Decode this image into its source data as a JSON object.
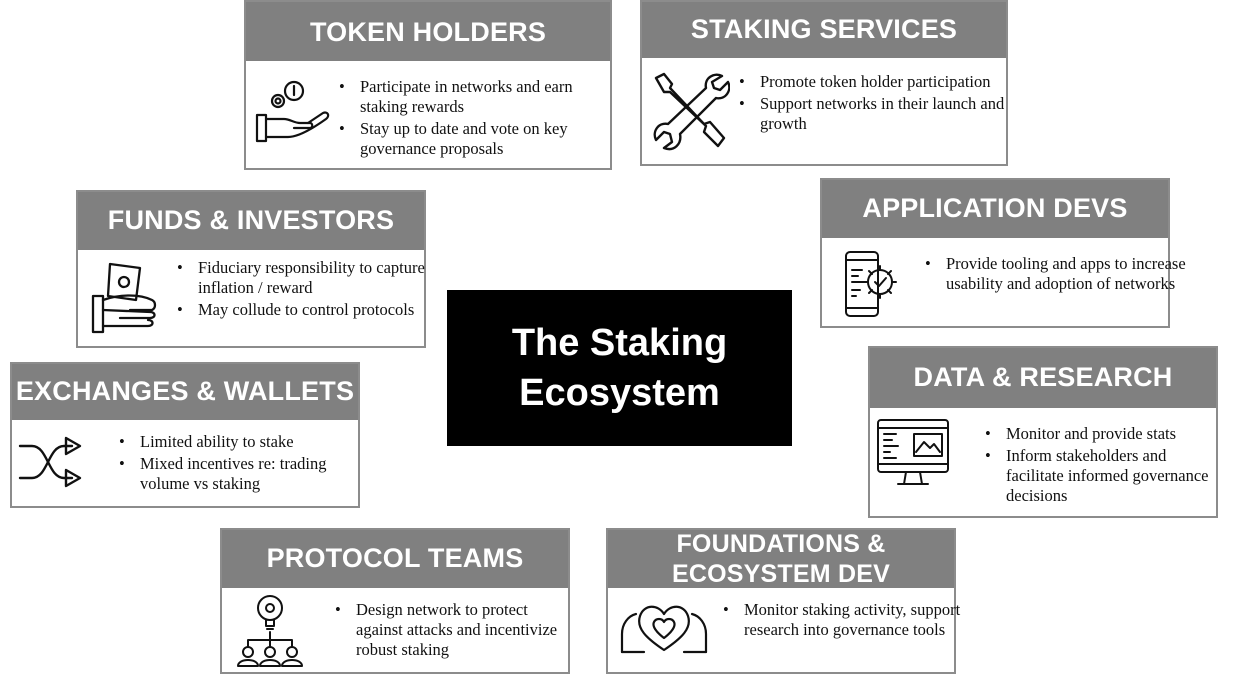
{
  "center": {
    "line1": "The Staking",
    "line2": "Ecosystem"
  },
  "cards": {
    "token_holders": {
      "title": "TOKEN HOLDERS",
      "bullets": [
        "Participate in networks and earn staking rewards",
        "Stay up to date and vote on key governance proposals"
      ],
      "icon": "hand-coins-icon"
    },
    "staking_services": {
      "title": "STAKING SERVICES",
      "bullets": [
        "Promote token holder participation",
        "Support networks in their launch and growth"
      ],
      "icon": "wrench-screwdriver-icon"
    },
    "funds_investors": {
      "title": "FUNDS & INVESTORS",
      "bullets": [
        "Fiduciary responsibility to capture inflation / reward",
        "May collude to control protocols"
      ],
      "icon": "hand-money-icon"
    },
    "application_devs": {
      "title": "APPLICATION DEVS",
      "bullets": [
        "Provide tooling and apps to increase usability and adoption of networks"
      ],
      "icon": "phone-gear-icon"
    },
    "exchanges_wallets": {
      "title": "EXCHANGES & WALLETS",
      "bullets": [
        "Limited ability to stake",
        "Mixed incentives re: trading volume vs staking"
      ],
      "icon": "shuffle-arrows-icon"
    },
    "data_research": {
      "title": "DATA & RESEARCH",
      "bullets": [
        "Monitor and provide stats",
        "Inform stakeholders and facilitate informed governance decisions"
      ],
      "icon": "monitor-chart-icon"
    },
    "protocol_teams": {
      "title": "PROTOCOL TEAMS",
      "bullets": [
        "Design network to protect against attacks and incentivize robust staking"
      ],
      "icon": "bulb-team-icon"
    },
    "foundations": {
      "title_line1": "FOUNDATIONS &",
      "title_line2": "ECOSYSTEM DEV",
      "bullets": [
        "Monitor staking activity, support research into governance tools"
      ],
      "icon": "hands-heart-icon"
    }
  }
}
